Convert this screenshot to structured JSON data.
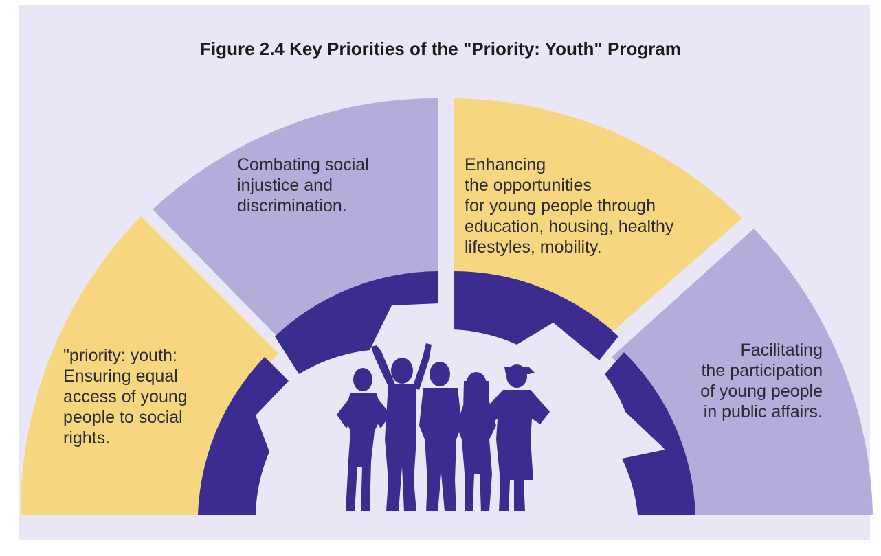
{
  "title": "Figure 2.4 Key Priorities of the \"Priority: Youth\" Program",
  "colors": {
    "background": "#e9e7f5",
    "yellow_segment": "#f6d77f",
    "lavender_segment": "#b4addb",
    "dark_ring": "#3c2c8f",
    "text": "#2b2b33"
  },
  "segments": [
    {
      "id": "equal-access",
      "color": "yellow",
      "lines": [
        "\"priority: youth:",
        "Ensuring equal",
        "access of young",
        "people to social",
        "rights."
      ]
    },
    {
      "id": "social-injustice",
      "color": "lavender",
      "lines": [
        "Combating social",
        "injustice and",
        "discrimination."
      ]
    },
    {
      "id": "opportunities",
      "color": "yellow",
      "lines": [
        "Enhancing",
        "the opportunities",
        "for young people through",
        "education, housing, healthy",
        "lifestyles, mobility."
      ]
    },
    {
      "id": "participation",
      "color": "lavender",
      "lines": [
        "Facilitating",
        "the participation",
        "of young people",
        "in public affairs."
      ]
    }
  ],
  "center_image": "group-of-young-people-silhouettes"
}
